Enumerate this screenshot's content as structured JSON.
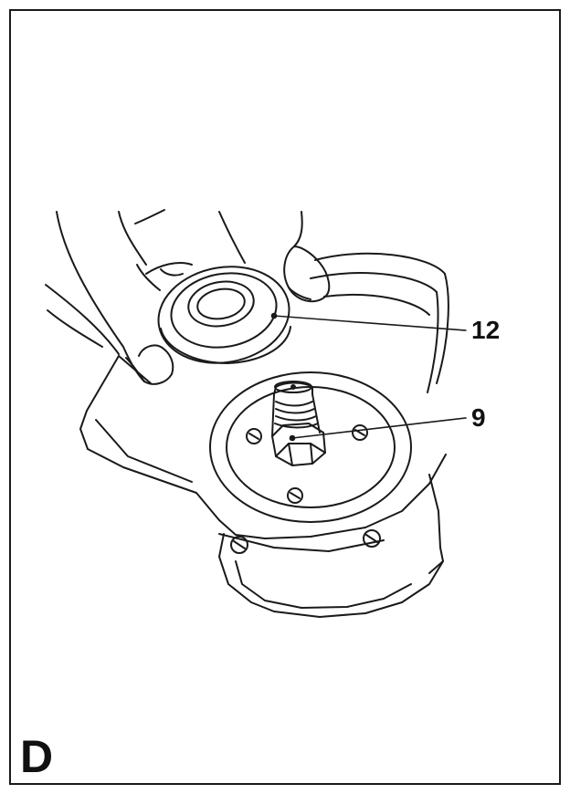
{
  "figure": {
    "letter": "D",
    "callouts": {
      "part_12": "12",
      "part_9": "9"
    }
  },
  "colors": {
    "line": "#1a1a1a",
    "background": "#ffffff"
  }
}
